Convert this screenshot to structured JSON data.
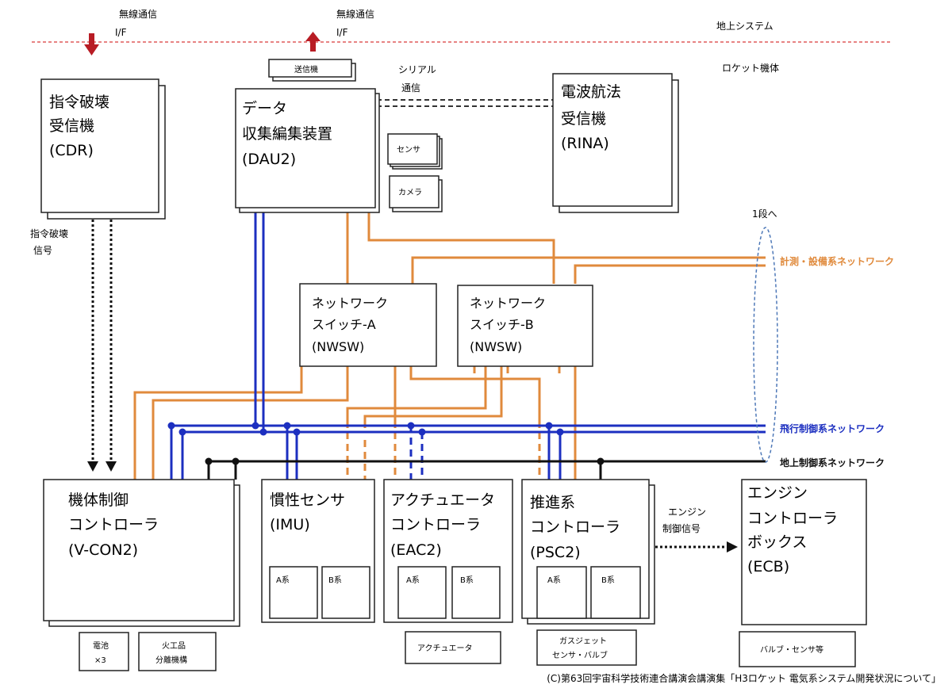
{
  "top": {
    "wireless_left": [
      "無線通信",
      "I/F"
    ],
    "wireless_right": [
      "無線通信",
      "I/F"
    ],
    "ground_system": "地上システム",
    "rocket_body": "ロケット機体"
  },
  "nodes": {
    "cdr": [
      "指令破壊",
      "受信機",
      "(CDR)"
    ],
    "transmitter": "送信機",
    "serial": [
      "シリアル",
      "通信"
    ],
    "dau": [
      "データ",
      "収集編集装置",
      "(DAU2)"
    ],
    "sensor": "センサ",
    "camera": "カメラ",
    "rina": [
      "電波航法",
      "受信機",
      "(RINA)"
    ],
    "destruct_signal": [
      "指令破壊",
      "信号"
    ],
    "nwsw_a": [
      "ネットワーク",
      "スイッチ-A",
      "(NWSW)"
    ],
    "nwsw_b": [
      "ネットワーク",
      "スイッチ-B",
      "(NWSW)"
    ],
    "to_stage1": "1段へ",
    "vcon": [
      "機体制御",
      "コントローラ",
      "(V-CON2)"
    ],
    "imu": [
      "慣性センサ",
      "(IMU)"
    ],
    "eac": [
      "アクチュエータ",
      "コントローラ",
      "(EAC2)"
    ],
    "psc": [
      "推進系",
      "コントローラ",
      "(PSC2)"
    ],
    "ecb": [
      "エンジン",
      "コントローラ",
      "ボックス",
      "(ECB)"
    ],
    "a_sys": "A系",
    "b_sys": "B系",
    "engine_signal": [
      "エンジン",
      "制御信号"
    ],
    "battery": [
      "電池",
      "×3"
    ],
    "pyro": [
      "火工品",
      "分離機構"
    ],
    "actuator": "アクチュエータ",
    "gasjet": [
      "ガスジェット",
      "センサ・バルブ"
    ],
    "valve_sensor": "バルブ・センサ等"
  },
  "networks": {
    "measurement": "計測・設備系ネットワーク",
    "flight_control": "飛行制御系ネットワーク",
    "ground_control": "地上制御系ネットワーク"
  },
  "colors": {
    "measurement": "#e08a3c",
    "flight_control": "#1c2fc0",
    "ground_control": "#111111",
    "boundary": "#e05a5a",
    "arrow_red": "#b81c24"
  },
  "footer": {
    "credit": "(C)第63回宇宙科学技術連合講演会講演集「H3ロケット 電気系システム開発状況について」"
  }
}
